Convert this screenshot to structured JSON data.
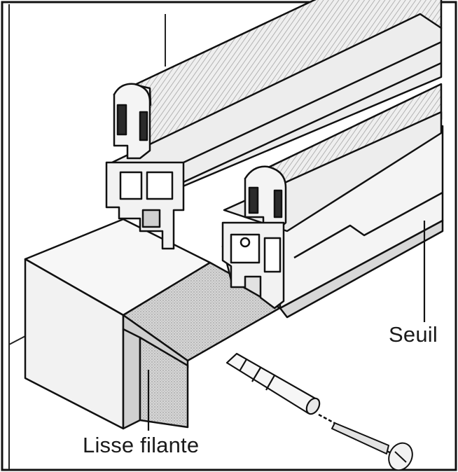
{
  "diagram": {
    "labels": {
      "seuil": "Seuil",
      "lisse_filante": "Lisse filante"
    },
    "parts": [
      "sliding-frame-profile-left",
      "sliding-frame-profile-right",
      "aluminium-sill",
      "wooden-beam",
      "metal-angle",
      "wall-plug",
      "screw"
    ],
    "colors": {
      "line": "#111111",
      "profile_fill": "#f3f3f3",
      "face_fill": "#e6e6e6",
      "shade": "#bdbdbd",
      "gasket": "#2b2b2b"
    }
  }
}
